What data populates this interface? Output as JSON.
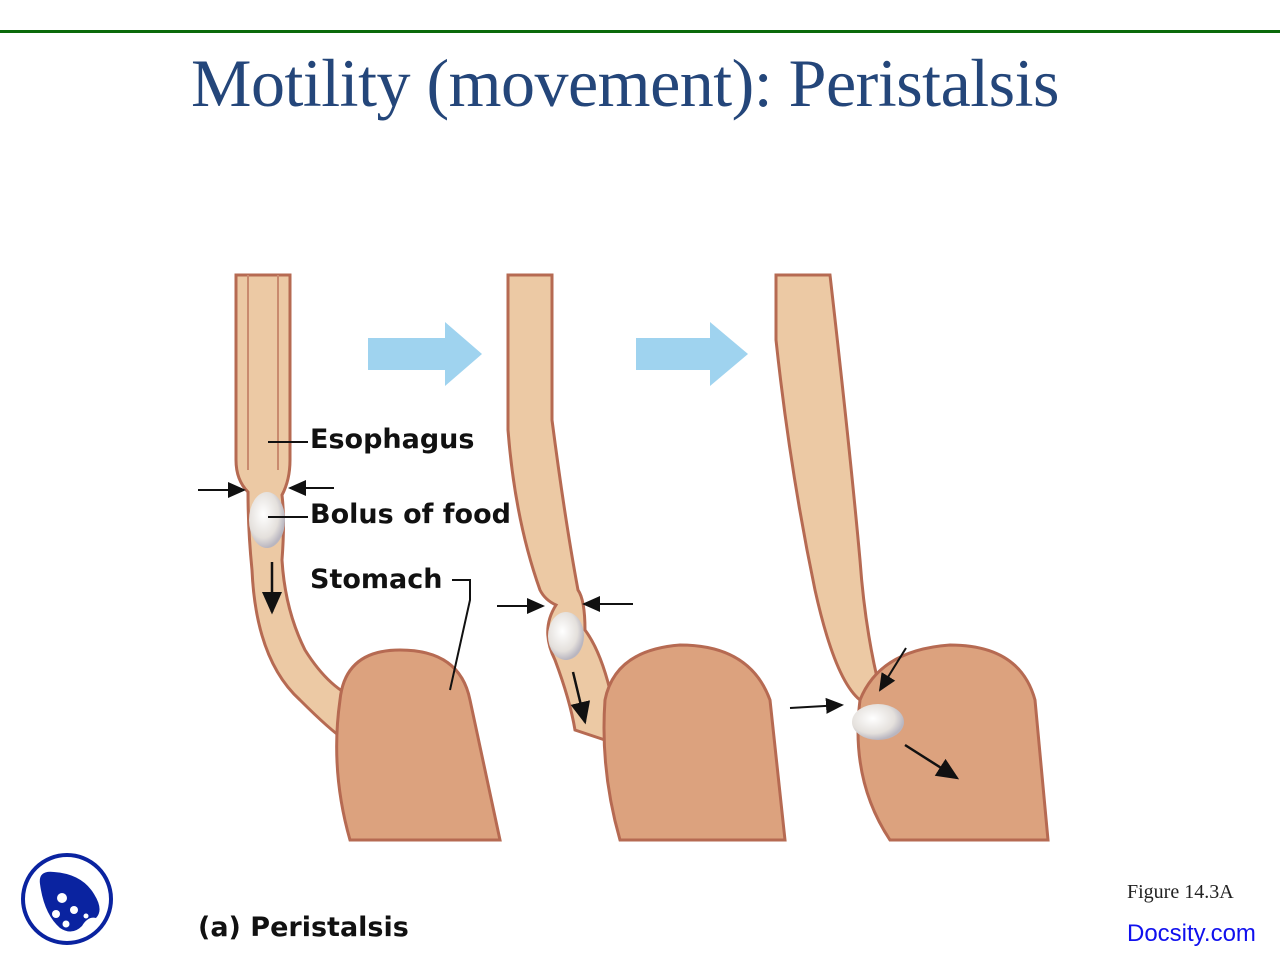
{
  "slide": {
    "title": "Motility (movement): Peristalsis",
    "accent_line_color": "#0a6a0a",
    "title_color": "#24467a"
  },
  "diagram": {
    "panels": 3,
    "labels": {
      "esophagus": "Esophagus",
      "bolus": "Bolus of food",
      "stomach": "Stomach"
    },
    "caption": "(a) Peristalsis",
    "sequence_arrow_color": "#9fd3ef",
    "tissue_color": "#e9c4a0",
    "stomach_color": "#dba27e"
  },
  "footer": {
    "figure_ref": "Figure 14.3A",
    "brand": "Docsity.com",
    "logo_icon": "docsity-logo-icon"
  }
}
